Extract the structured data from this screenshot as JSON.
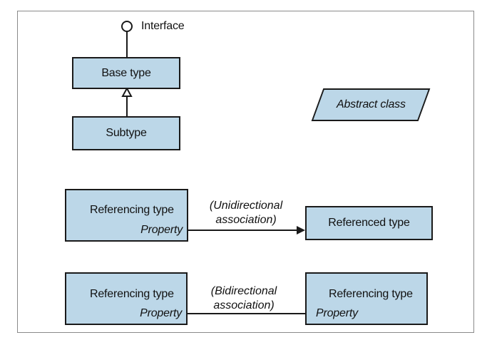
{
  "interface_label": "Interface",
  "base_type": "Base type",
  "subtype": "Subtype",
  "abstract_class": "Abstract class",
  "unidirectional": {
    "source_title": "Referencing type",
    "source_property": "Property",
    "note_line1": "(Unidirectional",
    "note_line2": "association)",
    "target_title": "Referenced type"
  },
  "bidirectional": {
    "source_title": "Referencing type",
    "source_property": "Property",
    "note_line1": "(Bidirectional",
    "note_line2": "association)",
    "target_title": "Referencing type",
    "target_property": "Property"
  },
  "colors": {
    "box_fill": "#bcd7e8",
    "stroke": "#1a1a1a",
    "frame": "#8a8a8a"
  }
}
